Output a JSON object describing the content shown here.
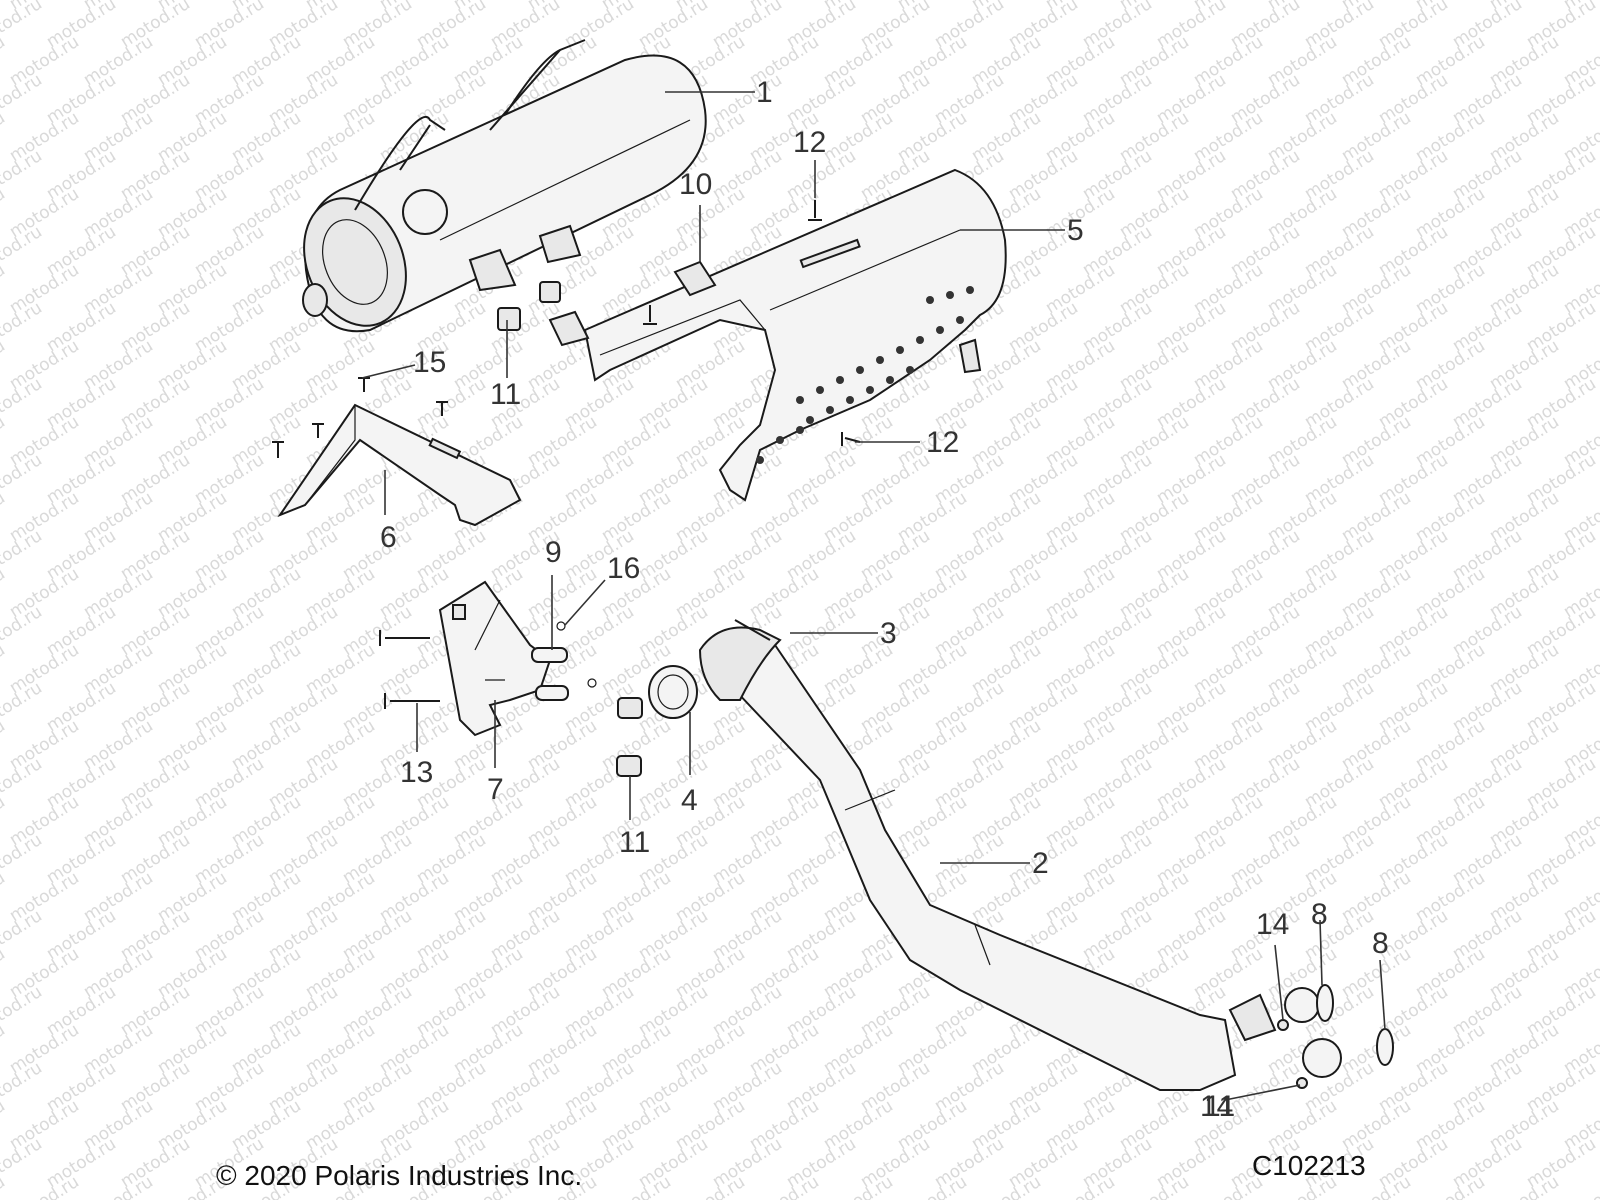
{
  "watermark": "motod.ru",
  "callouts": [
    "1",
    "2",
    "3",
    "4",
    "5",
    "6",
    "7",
    "8",
    "8",
    "9",
    "10",
    "11",
    "11",
    "11",
    "12",
    "12",
    "13",
    "14",
    "14",
    "15",
    "16"
  ],
  "copyright": "© 2020 Polaris Industries Inc.",
  "diagram_code": "C102213"
}
